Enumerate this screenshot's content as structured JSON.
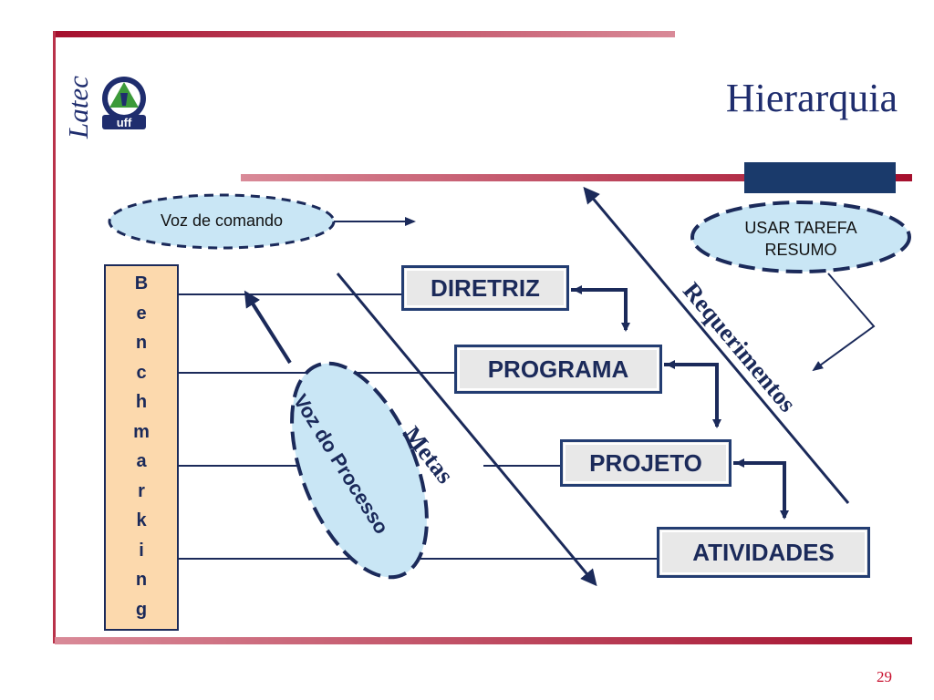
{
  "slide": {
    "title": "Hierarquia",
    "page_number": "29",
    "brand": {
      "latec": "Latec",
      "uff": "uff"
    }
  },
  "benchmarking": {
    "letters": [
      "B",
      "e",
      "n",
      "c",
      "h",
      "m",
      "a",
      "r",
      "k",
      "i",
      "n",
      "g"
    ]
  },
  "boxes": {
    "diretriz": "DIRETRIZ",
    "programa": "PROGRAMA",
    "projeto": "PROJETO",
    "atividades": "ATIVIDADES"
  },
  "ellipses": {
    "voz_comando": "Voz de comando",
    "usar_tarefa_line1": "USAR TAREFA",
    "usar_tarefa_line2": "RESUMO",
    "voz_processo": "Voz do Processo"
  },
  "diagonal_labels": {
    "metas": "Metas",
    "requerimentos": "Requerimentos"
  },
  "colors": {
    "navy": "#1b2a5a",
    "crimson": "#a50f2d",
    "ellipse_fill": "#c9e6f5",
    "box_fill": "#e8e8e8",
    "bench_fill": "#fcd9ad"
  }
}
